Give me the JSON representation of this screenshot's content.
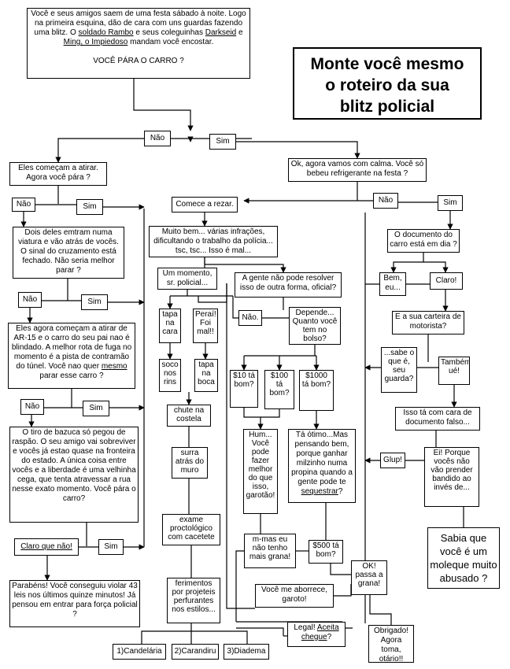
{
  "colors": {
    "line": "#000000",
    "box_fill": "#ffffff",
    "background": "#ffffff"
  },
  "title": {
    "line1": "Monte você mesmo",
    "line2": "o roteiro da sua",
    "line3": "blitz policial"
  },
  "nodes": {
    "intro": {
      "t1": "Você e seus amigos saem de uma festa sábado à noite. Logo na primeira esquina, dão de cara com uns guardas fazendo uma blitz. O ",
      "u1": "soldado Rambo",
      "t2": " e seus coleguinhas ",
      "u2": "Darkseid",
      "t3": " e ",
      "u3": "Ming, o Impiedoso",
      "t4": " mandam você encostar.",
      "question": "VOCÊ PÁRA O CARRO ?"
    },
    "nao1": "Não",
    "sim1": "Sim",
    "atirar": "Eles começam a atirar. Agora você pára ?",
    "calma": "Ok, agora vamos com calma. Você só bebeu refrigerante na festa ?",
    "nao2": "Não",
    "sim2": "Sim",
    "rezar": "Comece a rezar.",
    "nao3": "Não",
    "sim3": "Sim",
    "viatura": "Dois deles emtram numa viatura e vão atrás de vocês. O sinal do cruzamento está fechado. Não seria melhor parar ?",
    "muito_bem": "Muito bem... várias infrações, dificultando o trabalho da polícia... tsc, tsc... Isso é mal...",
    "documento": "O documento do carro está em dia ?",
    "momento": "Um momento, sr. policial...",
    "resolver": "A gente não pode resolver isso de outra forma, oficial?",
    "bem_eu": "Bem, eu...",
    "claro": "Claro!",
    "nao4": "Não",
    "sim4": "Sim",
    "ar15": {
      "t1": "Eles agora começam a atirar de AR-15 e o carro do seu pai nao é blindado. A melhor rota de fuga no momento é a pista de contramão do túnel. Você nao quer ",
      "u1": "mesmo",
      "t2": " parar esse carro ?"
    },
    "tapa_cara": "tapa na cara",
    "perai": "Peraí! Foi mal!!",
    "nao_simple": "Não.",
    "depende": "Depende... Quanto você tem no bolso?",
    "carteira": "E a sua carteira de motorista?",
    "soco": "soco nos rins",
    "tapa_boca": "tapa na boca",
    "dez": "$10 tá bom?",
    "cem": "$100 tá bom?",
    "mil": "$1000 tá bom?",
    "sabe": "...sabe o que é, seu guarda?",
    "tambem": "Também, ué!",
    "nao5": "Não",
    "sim5": "Sim",
    "chute": "chute na costela",
    "falso": "Isso tá com cara de documento falso...",
    "bazuca": "O tiro de bazuca só pegou de raspão. O seu amigo vai sobreviver e vocês já estao quase na fronteira do estado. A única coisa entre vocês e a liberdade é uma velhinha cega, que tenta atravessar a rua nesse exato momento. Você pára o carro?",
    "hum": "Hum... Você pode fazer melhor do que isso, garotão!",
    "otimo": {
      "t1": "Tá ótimo...Mas pensando bem, porque ganhar milzinho numa propina quando a gente pode te ",
      "u1": "sequestrar",
      "t2": "?"
    },
    "surra": "surra atrás do muro",
    "glup": "Glup!",
    "ei": "Ei! Porque vocês não vão prender bandido ao invés de...",
    "exame": "exame proctológico com cacetete",
    "mmas": "m-mas eu não tenho mais grana!",
    "quinhentos": "$500 tá bom?",
    "abusado": "Sabia que você é um moleque muito abusado ?",
    "claro_nao": "Claro que não!",
    "sim6": "Sim",
    "ok_passa": "OK! passa a grana!",
    "parabens": "Parabéns! Você conseguiu violar 43 leis nos últimos quinze minutos! Já pensou em entrar para força policial ?",
    "ferimentos": "ferimentos por projeteis perfurantes nos estilos...",
    "aborrece": "Você me aborrece, garoto!",
    "legal": {
      "t1": "Legal! ",
      "u1": "Aceita chegue",
      "t2": "?"
    },
    "obrigado": "Obrigado! Agora toma, otário!!",
    "candelaria": "1)Candelária",
    "carandiru": "2)Carandiru",
    "diadema": "3)Diadema"
  }
}
